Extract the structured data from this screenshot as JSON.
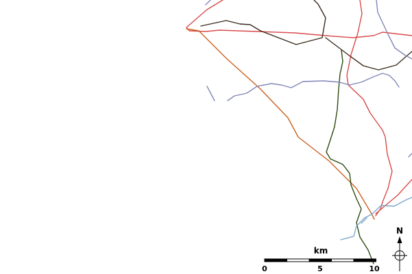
{
  "map": {
    "colors": {
      "background": "#ffffff",
      "red_road": "#d84a4a",
      "orange_road": "#c9601f",
      "dark_road": "#3a2a1a",
      "green_road": "#2c4a10",
      "river": "#7f86b8",
      "river_cyan": "#7aa7c7"
    },
    "features": [
      {
        "name": "red-road-1",
        "kind": "road"
      },
      {
        "name": "red-road-2",
        "kind": "road"
      },
      {
        "name": "red-road-3",
        "kind": "road"
      },
      {
        "name": "orange-road",
        "kind": "road"
      },
      {
        "name": "dark-road",
        "kind": "road"
      },
      {
        "name": "green-road",
        "kind": "road"
      },
      {
        "name": "river-main",
        "kind": "river"
      },
      {
        "name": "river-east",
        "kind": "river"
      },
      {
        "name": "river-south",
        "kind": "river"
      }
    ],
    "scale_bar": {
      "unit_label": "km",
      "ticks": [
        "0",
        "5",
        "10"
      ],
      "segment_colors": [
        "#000000",
        "#ffffff",
        "#000000",
        "#ffffff",
        "#000000"
      ]
    },
    "north_arrow": {
      "label": "N",
      "icon": "north-arrow-icon"
    }
  }
}
